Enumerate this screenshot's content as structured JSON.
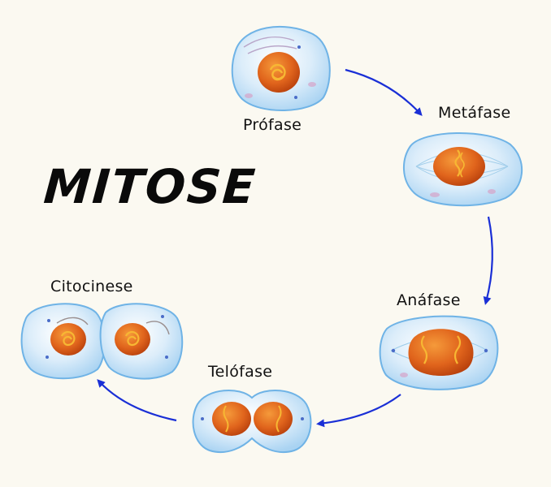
{
  "title": "MITOSE",
  "stages": {
    "profase": "Prófase",
    "metafase": "Metáfase",
    "anafase": "Anáfase",
    "telofase": "Telófase",
    "citocinese": "Citocinese"
  },
  "colors": {
    "background": "#fbf9f1",
    "arrow": "#1a2fd6",
    "cell_fill": "#cfe6f7",
    "cell_edge": "#6fb3e6",
    "nucleus": "#e0641c",
    "chromosome": "#f7b733"
  }
}
